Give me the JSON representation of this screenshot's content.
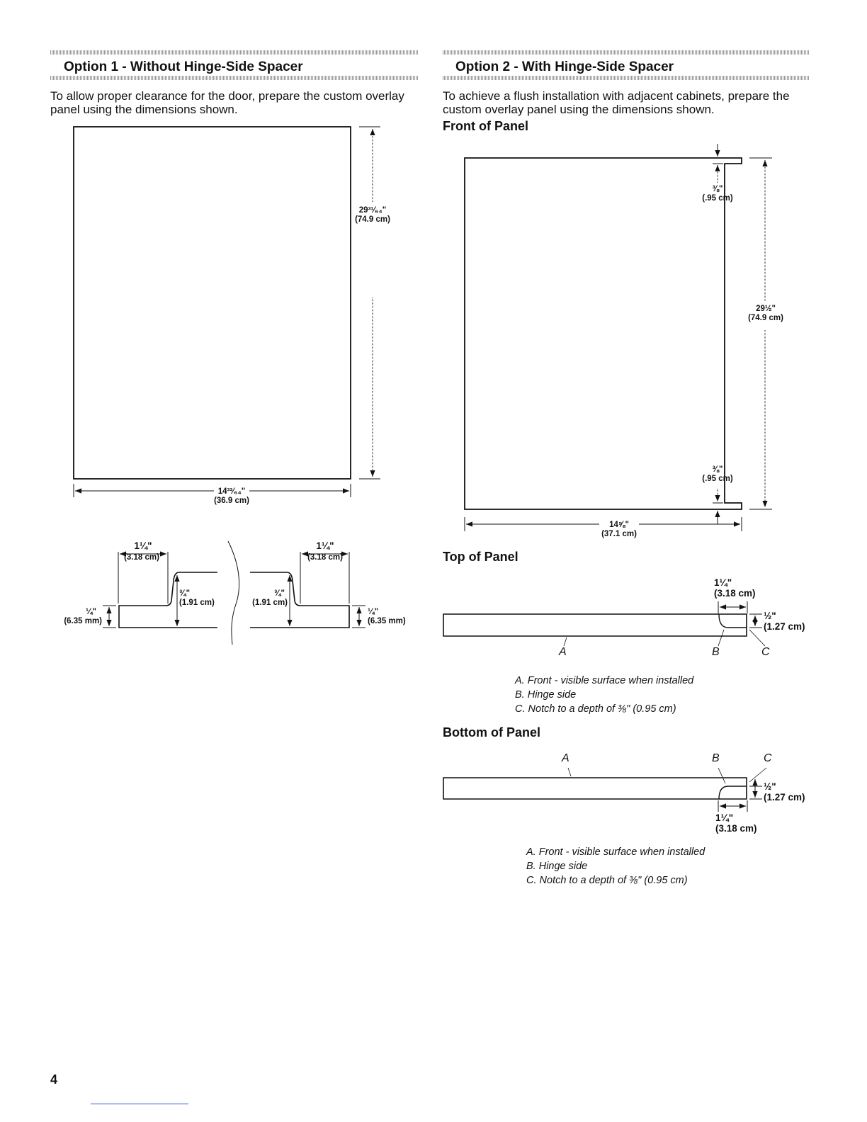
{
  "option1": {
    "heading": "Option 1 - Without Hinge-Side Spacer",
    "intro": "To allow proper clearance for the door, prepare the custom overlay panel using the dimensions shown.",
    "panel_height": {
      "inches": "29³¹⁄₆₄\"",
      "cm": "(74.9 cm)"
    },
    "panel_width": {
      "inches": "14³³⁄₆₄\"",
      "cm": "(36.9 cm)"
    },
    "profile_left": {
      "notch_width": {
        "inches": "1¼\"",
        "cm": "(3.18 cm)"
      },
      "notch_depth": {
        "inches": "¾\"",
        "cm": "(1.91 cm)"
      },
      "lip": {
        "inches": "¼\"",
        "cm": "(6.35 mm)"
      }
    },
    "profile_right": {
      "notch_width": {
        "inches": "1¼\"",
        "cm": "(3.18 cm)"
      },
      "notch_depth": {
        "inches": "¾\"",
        "cm": "(1.91 cm)"
      },
      "lip": {
        "inches": "¼\"",
        "cm": "(6.35 mm)"
      }
    }
  },
  "option2": {
    "heading": "Option 2 - With Hinge-Side Spacer",
    "intro": "To achieve a flush installation with adjacent cabinets, prepare the custom overlay panel using the dimensions shown.",
    "front": {
      "title": "Front of Panel",
      "notch_top": {
        "inches": "⅜\"",
        "cm": "(.95 cm)"
      },
      "height": {
        "inches": "29½\"",
        "cm": "(74.9 cm)"
      },
      "notch_bottom": {
        "inches": "⅜\"",
        "cm": "(.95 cm)"
      },
      "width": {
        "inches": "14⅝\"",
        "cm": "(37.1 cm)"
      }
    },
    "top": {
      "title": "Top of Panel",
      "notch_width": {
        "inches": "1¼\"",
        "cm": "(3.18 cm)"
      },
      "thickness": {
        "inches": "½\"",
        "cm": "(1.27 cm)"
      },
      "labels": [
        "A",
        "B",
        "C"
      ],
      "legend": [
        "A. Front - visible surface when installed",
        "B. Hinge side",
        "C. Notch to a depth of ⅜\" (0.95 cm)"
      ]
    },
    "bottom": {
      "title": "Bottom of Panel",
      "labels": [
        "A",
        "B",
        "C"
      ],
      "thickness": {
        "inches": "½\"",
        "cm": "(1.27 cm)"
      },
      "notch_width": {
        "inches": "1¼\"",
        "cm": "(3.18 cm)"
      },
      "legend": [
        "A. Front - visible surface when installed",
        "B. Hinge side",
        "C. Notch to a depth of ⅜\" (0.95 cm)"
      ]
    }
  },
  "page_number": "4"
}
